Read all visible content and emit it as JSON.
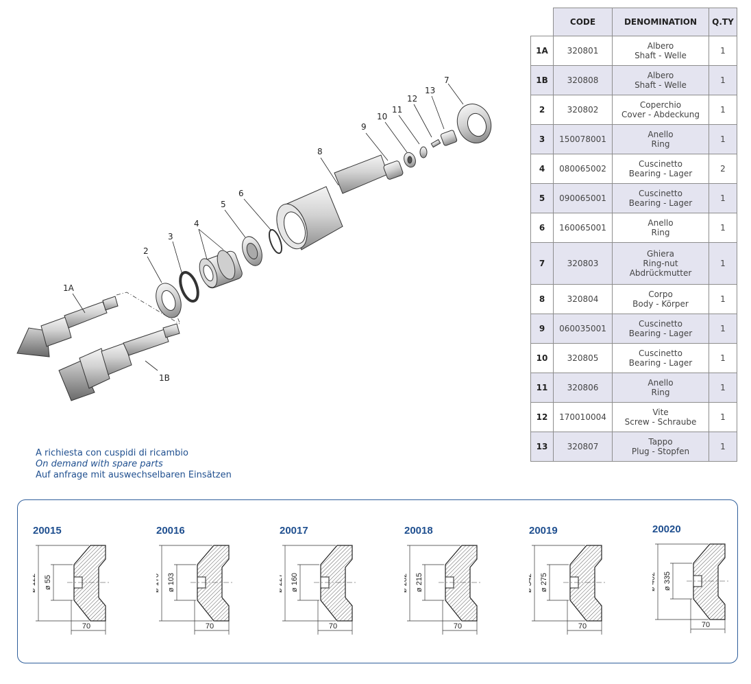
{
  "diagram": {
    "callouts": [
      "1A",
      "1B",
      "2",
      "3",
      "4",
      "5",
      "6",
      "7",
      "8",
      "9",
      "10",
      "11",
      "12",
      "13"
    ]
  },
  "table": {
    "headers": {
      "code": "CODE",
      "denomination": "DENOMINATION",
      "qty": "Q.TY"
    },
    "rows": [
      {
        "num": "1A",
        "code": "320801",
        "den1": "Albero",
        "den2": "Shaft - Welle",
        "den3": "",
        "qty": "1"
      },
      {
        "num": "1B",
        "code": "320808",
        "den1": "Albero",
        "den2": "Shaft - Welle",
        "den3": "",
        "qty": "1"
      },
      {
        "num": "2",
        "code": "320802",
        "den1": "Coperchio",
        "den2": "Cover - Abdeckung",
        "den3": "",
        "qty": "1"
      },
      {
        "num": "3",
        "code": "150078001",
        "den1": "Anello",
        "den2": "Ring",
        "den3": "",
        "qty": "1"
      },
      {
        "num": "4",
        "code": "080065002",
        "den1": "Cuscinetto",
        "den2": "Bearing - Lager",
        "den3": "",
        "qty": "2"
      },
      {
        "num": "5",
        "code": "090065001",
        "den1": "Cuscinetto",
        "den2": "Bearing - Lager",
        "den3": "",
        "qty": "1"
      },
      {
        "num": "6",
        "code": "160065001",
        "den1": "Anello",
        "den2": "Ring",
        "den3": "",
        "qty": "1"
      },
      {
        "num": "7",
        "code": "320803",
        "den1": "Ghiera",
        "den2": "Ring-nut",
        "den3": "Abdrückmutter",
        "qty": "1"
      },
      {
        "num": "8",
        "code": "320804",
        "den1": "Corpo",
        "den2": "Body - Körper",
        "den3": "",
        "qty": "1"
      },
      {
        "num": "9",
        "code": "060035001",
        "den1": "Cuscinetto",
        "den2": "Bearing - Lager",
        "den3": "",
        "qty": "1"
      },
      {
        "num": "10",
        "code": "320805",
        "den1": "Cuscinetto",
        "den2": "Bearing - Lager",
        "den3": "",
        "qty": "1"
      },
      {
        "num": "11",
        "code": "320806",
        "den1": "Anello",
        "den2": "Ring",
        "den3": "",
        "qty": "1"
      },
      {
        "num": "12",
        "code": "170010004",
        "den1": "Vite",
        "den2": "Screw - Schraube",
        "den3": "",
        "qty": "1"
      },
      {
        "num": "13",
        "code": "320807",
        "den1": "Tappo",
        "den2": "Plug - Stopfen",
        "den3": "",
        "qty": "1"
      }
    ]
  },
  "note": {
    "line_it": "A richiesta con cuspidi di ricambio",
    "line_en": "On demand with spare parts",
    "line_de": "Auf anfrage mit auswechselbaren Einsätzen"
  },
  "tips": [
    {
      "code": "20015",
      "outer": "ø 122",
      "inner": "ø 55",
      "length": "70"
    },
    {
      "code": "20016",
      "outer": "ø 170",
      "inner": "ø 103",
      "length": "70"
    },
    {
      "code": "20017",
      "outer": "ø 227",
      "inner": "ø 160",
      "length": "70"
    },
    {
      "code": "20018",
      "outer": "ø 282",
      "inner": "ø 215",
      "length": "70"
    },
    {
      "code": "20019",
      "outer": "ø 342",
      "inner": "ø 275",
      "length": "70"
    },
    {
      "code": "20020",
      "outer": "ø 402",
      "inner": "ø 335",
      "length": "70"
    }
  ],
  "colors": {
    "accent": "#1f4f8f",
    "table_shade": "#e4e4f0",
    "frame": "#2d5d9a"
  }
}
